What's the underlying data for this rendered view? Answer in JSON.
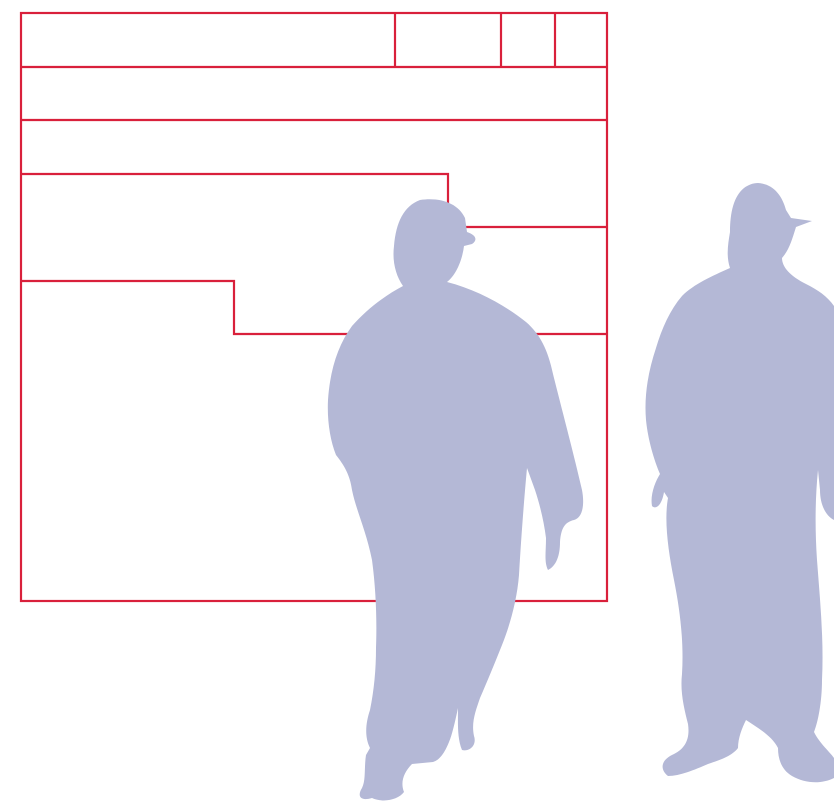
{
  "colors": {
    "background": "#ffffff",
    "frame_stroke": "#d9203b",
    "silhouette_fill": "#b4b8d6"
  },
  "scene": {
    "frame_icon": "stacked-bin-frame-outline",
    "figures": [
      {
        "icon": "person-silhouette-cap-front"
      },
      {
        "icon": "person-silhouette-cap-side"
      }
    ]
  }
}
